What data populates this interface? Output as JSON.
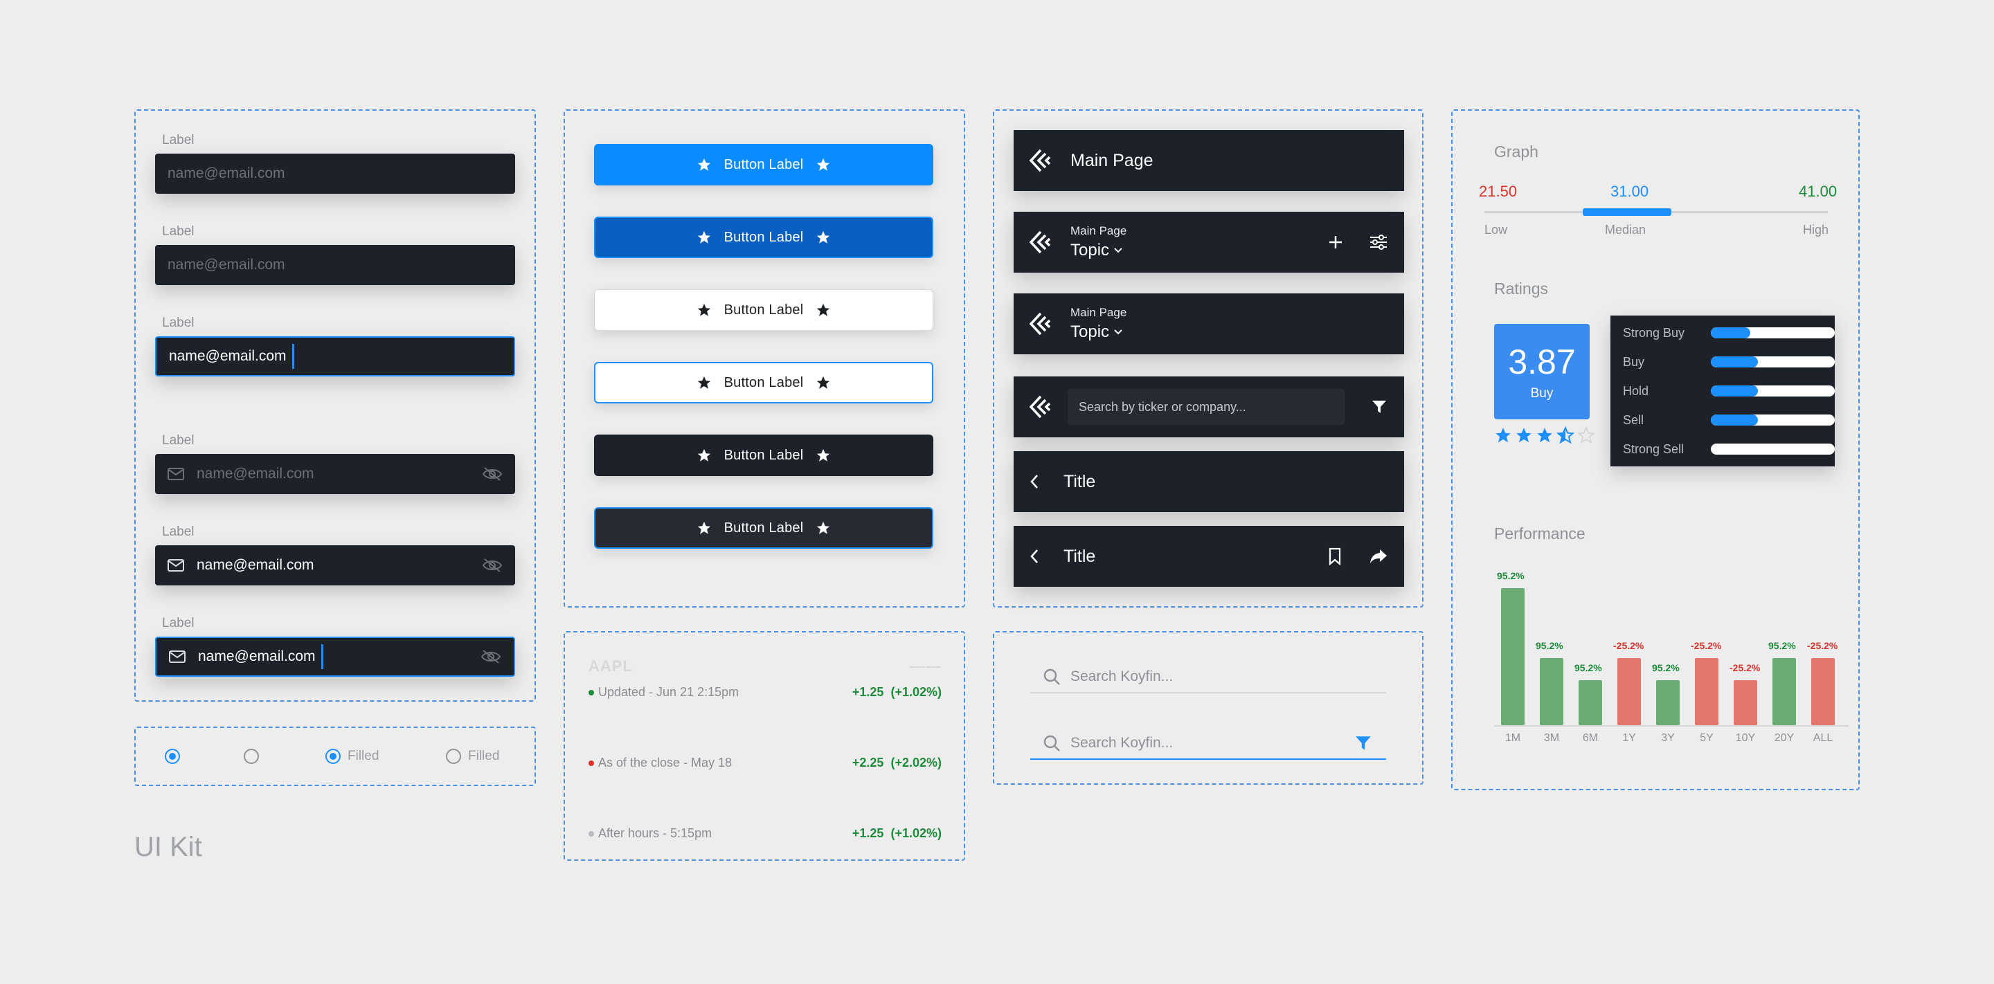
{
  "inputs": {
    "label": "Label",
    "placeholder": "name@email.com",
    "value": "name@email.com"
  },
  "radios": [
    {
      "label": "",
      "checked": true
    },
    {
      "label": "",
      "checked": false
    },
    {
      "label": "Filled",
      "checked": true
    },
    {
      "label": "Filled",
      "checked": false
    }
  ],
  "buttons": {
    "label": "Button Label",
    "variants": [
      "primary",
      "primary-pressed",
      "light",
      "light-outline",
      "dark",
      "dark-outline"
    ],
    "colors": {
      "primary": "#0a8bff",
      "pressed": "#0a5fc2",
      "dark": "#1d2129",
      "accent": "#1e8fff"
    }
  },
  "headers": {
    "main_page": "Main Page",
    "topic": "Topic",
    "search_placeholder": "Search by ticker or company...",
    "title": "Title"
  },
  "stock": {
    "rows": [
      {
        "status": "Updated - Jun 21 2:15pm",
        "change": "+1.25",
        "pct": "(+1.02%)",
        "dot": "#1d8c3a"
      },
      {
        "status": "As of the close - May 18",
        "change": "+2.25",
        "pct": "(+2.02%)",
        "dot": "#d9342b"
      },
      {
        "status": "After hours - 5:15pm",
        "change": "+1.25",
        "pct": "(+1.02%)",
        "dot": "#b7b9bc"
      }
    ]
  },
  "search": {
    "placeholder": "Search Koyfin..."
  },
  "graph": {
    "title": "Graph",
    "low_value": "21.50",
    "median_value": "31.00",
    "high_value": "41.00",
    "low_label": "Low",
    "median_label": "Median",
    "high_label": "High"
  },
  "ratings": {
    "title": "Ratings",
    "score": "3.87",
    "verdict": "Buy",
    "stars": 3.5,
    "rows": [
      {
        "name": "Strong Buy",
        "fill": 0.32
      },
      {
        "name": "Buy",
        "fill": 0.38
      },
      {
        "name": "Hold",
        "fill": 0.38
      },
      {
        "name": "Sell",
        "fill": 0.38
      },
      {
        "name": "Strong Sell",
        "fill": 0
      }
    ]
  },
  "performance": {
    "title": "Performance"
  },
  "chart_data": {
    "type": "bar",
    "categories": [
      "1M",
      "3M",
      "6M",
      "1Y",
      "3Y",
      "5Y",
      "10Y",
      "20Y",
      "ALL"
    ],
    "values": [
      95.2,
      95.2,
      95.2,
      -25.2,
      95.2,
      -25.2,
      -25.2,
      95.2,
      -25.2
    ],
    "value_labels": [
      "95.2%",
      "95.2%",
      "95.2%",
      "-25.2%",
      "95.2%",
      "-25.2%",
      "-25.2%",
      "95.2%",
      "-25.2%"
    ],
    "bar_heights": [
      1.0,
      0.49,
      0.33,
      0.49,
      0.33,
      0.49,
      0.33,
      0.49,
      0.49
    ],
    "colors": {
      "positive": "#6aab72",
      "negative": "#e2766a"
    }
  },
  "kit_title": "UI Kit"
}
